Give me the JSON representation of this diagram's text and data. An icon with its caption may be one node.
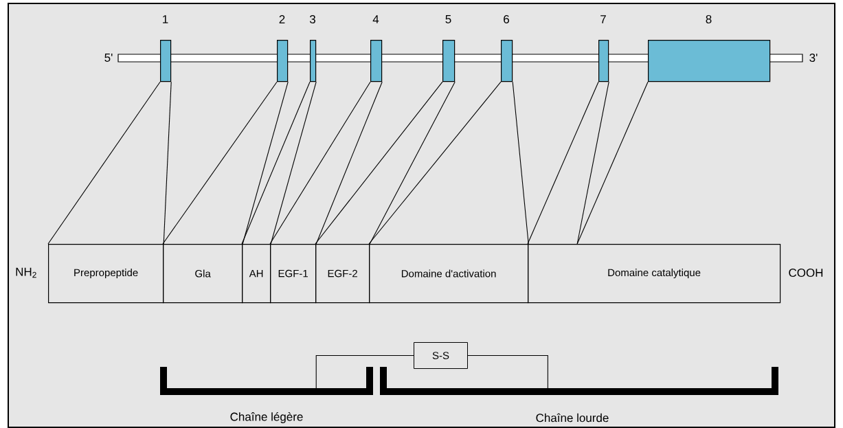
{
  "diagram": {
    "nodes": [
      {
        "text": [
          "1"
        ]
      },
      {
        "text": [
          "2"
        ]
      },
      {
        "text": [
          "3"
        ]
      },
      {
        "text": [
          "4"
        ]
      },
      {
        "text": [
          "5"
        ]
      },
      {
        "text": [
          "6"
        ]
      },
      {
        "text": [
          "7"
        ]
      },
      {
        "text": [
          "8"
        ]
      },
      {
        "text": [
          "Prepropeptide"
        ]
      },
      {
        "text": [
          "Gla"
        ]
      },
      {
        "text": [
          "AH"
        ]
      },
      {
        "text": [
          "EGF-1"
        ]
      },
      {
        "text": [
          "EGF-2"
        ]
      },
      {
        "text": [
          "Domaine d'activation"
        ]
      },
      {
        "text": [
          "Domaine catalytique"
        ]
      },
      {
        "text": [
          "S-S"
        ]
      },
      {
        "text": [
          "Chaîne légère"
        ]
      },
      {
        "text": [
          "Chaîne lourde"
        ]
      }
    ],
    "edges": [
      {
        "from": 0,
        "to": 8,
        "arrow": "none"
      },
      {
        "from": 0,
        "to": 8,
        "arrow": "none"
      },
      {
        "from": 1,
        "to": 9,
        "arrow": "none"
      },
      {
        "from": 1,
        "to": 9,
        "arrow": "none"
      },
      {
        "from": 2,
        "to": 10,
        "arrow": "none"
      },
      {
        "from": 2,
        "to": 10,
        "arrow": "none"
      },
      {
        "from": 3,
        "to": 11,
        "arrow": "none"
      },
      {
        "from": 3,
        "to": 11,
        "arrow": "none"
      },
      {
        "from": 4,
        "to": 12,
        "arrow": "none"
      },
      {
        "from": 4,
        "to": 12,
        "arrow": "none"
      },
      {
        "from": 5,
        "to": 13,
        "arrow": "none"
      },
      {
        "from": 5,
        "to": 13,
        "arrow": "none"
      },
      {
        "from": 6,
        "to": 14,
        "arrow": "none"
      },
      {
        "from": 6,
        "to": 14,
        "arrow": "none"
      },
      {
        "from": 7,
        "to": 14,
        "arrow": "none"
      },
      {
        "from": 15,
        "to": 16,
        "arrow": "none"
      },
      {
        "from": 15,
        "to": 17,
        "arrow": "none"
      }
    ],
    "labels": [
      "5'",
      "3'",
      "NH$_{2}$",
      "COOH"
    ]
  }
}
